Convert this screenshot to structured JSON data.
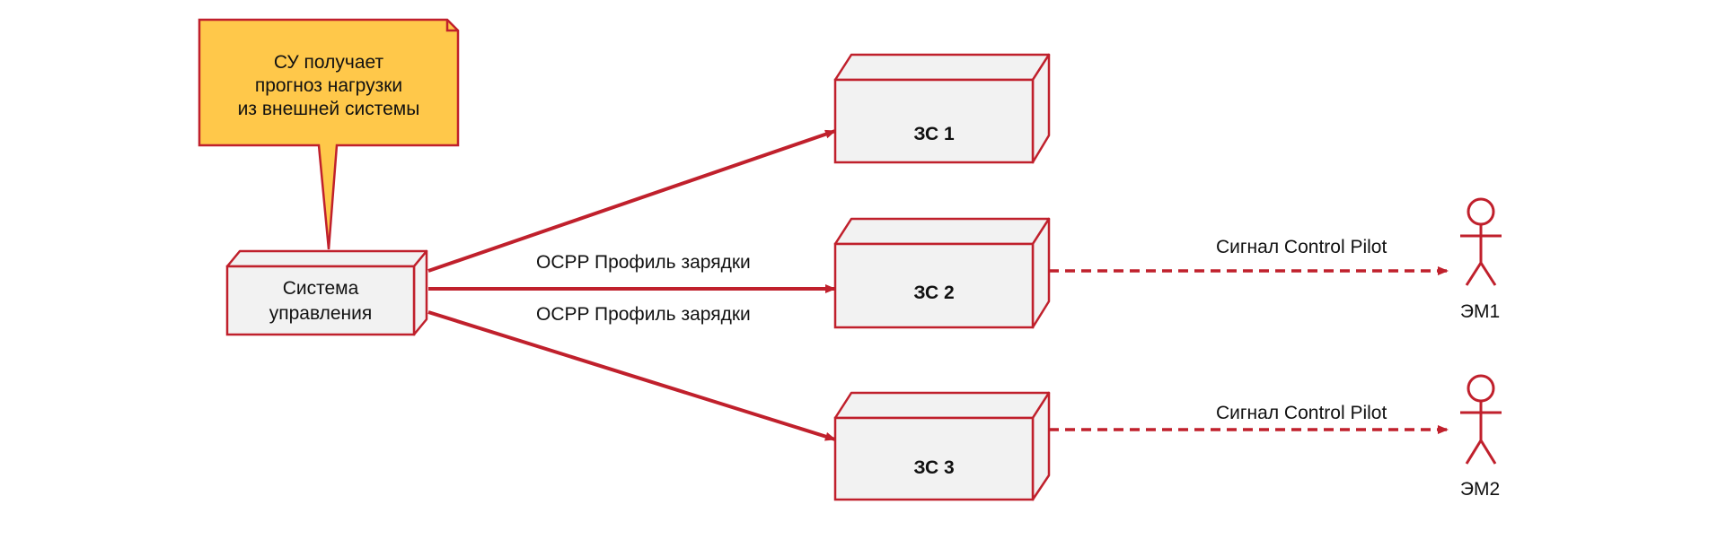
{
  "note": {
    "lines": [
      "СУ получает",
      "прогноз нагрузки",
      "из внешней системы"
    ]
  },
  "control_system": {
    "lines": [
      "Система",
      "управления"
    ]
  },
  "stations": [
    {
      "label": "ЗС 1"
    },
    {
      "label": "ЗС 2"
    },
    {
      "label": "ЗС 3"
    }
  ],
  "connections": [
    {
      "label": "OCPP Профиль зарядки"
    },
    {
      "label": "OCPP Профиль зарядки"
    }
  ],
  "signals": [
    {
      "label": "Сигнал Control Pilot"
    },
    {
      "label": "Сигнал Control Pilot"
    }
  ],
  "actors": [
    {
      "label": "ЭМ1"
    },
    {
      "label": "ЭМ2"
    }
  ],
  "colors": {
    "accent": "#c0202c",
    "box_fill": "#f2f2f2",
    "note_fill": "#ffc84a"
  }
}
